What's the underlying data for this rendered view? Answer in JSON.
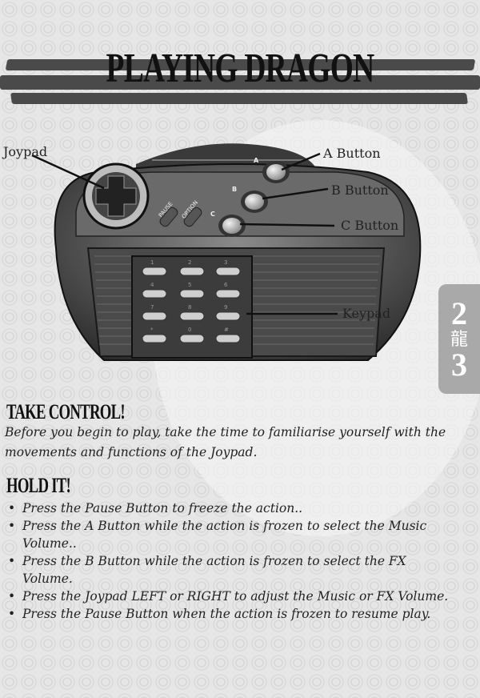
{
  "header": {
    "title": "PLAYING DRAGON"
  },
  "callouts": {
    "joypad": "Joypad",
    "a_button": "A Button",
    "b_button": "B Button",
    "c_button": "C Button",
    "keypad": "Keypad"
  },
  "controller": {
    "pause_label": "PAUSE",
    "option_label": "OPTION",
    "a": "A",
    "b": "B",
    "c": "C",
    "keys": [
      "1",
      "2",
      "3",
      "4",
      "5",
      "6",
      "7",
      "8",
      "9",
      "*",
      "0",
      "#"
    ]
  },
  "chapter_tab": {
    "top": "2",
    "kanji": "龍",
    "bottom": "3"
  },
  "take_control": {
    "heading": "TAKE CONTROL!",
    "text": "Before you begin to play, take the time to familiarise yourself with the movements and functions of the Joypad."
  },
  "hold_it": {
    "heading": "HOLD IT!",
    "items": [
      "Press the Pause Button to freeze the action..",
      "Press the A Button while the action is frozen to select the Music Volume..",
      "Press the B Button while the action is frozen to select the FX Volume.",
      "Press the Joypad LEFT or RIGHT to adjust the Music or FX Volume.",
      "Press the Pause Button when the action is frozen to resume play."
    ]
  }
}
